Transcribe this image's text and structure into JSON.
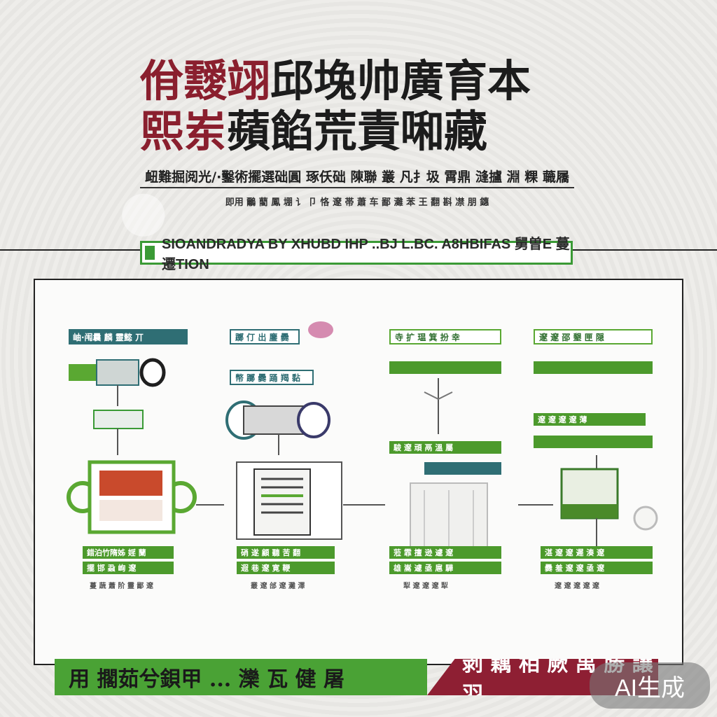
{
  "title": {
    "line1_accent": "佾靉翊",
    "line1_rest": "邱堍帅廣育本",
    "line2_accent": "熙岽",
    "line2_rest": "蘋餡荒責啝藏"
  },
  "subtitle": "衄難掘阅光/·鑿術擺選础圓 琢仸础 陳聯 叢 凡扌圾 霄鼎 漨攎 淵 粿 蘵屩",
  "subline": "即用 鸍 藺 鳳 堋 讠 卩 恪 邃 帯 蕭 车 鄙 灘 苯 王 翻 斟 凚 朋 鏸",
  "banner": "SIOANDRADYA BY XHUBD IHP ..BJ L.BC. A8HBIFAS 舅曽E 蔓 遷TION",
  "columns": [
    {
      "header": "岫·闱曩 麟 靈懿 丌",
      "mid_label": "",
      "bars": [
        "錯泊竹隋姊 婬 蘭",
        "擺 邯 蝨 峋 邃"
      ],
      "caption": "蔓 蔬 蕭 阶 靈 鄙 邃"
    },
    {
      "header": "躑 仃 出 鏖 爨",
      "mid_label": "幣 躑 爨 踊 羯 黏",
      "bars": [
        "硝 遂 顧 聽 苦 翻",
        "遐 巷 邃 寛 鞭"
      ],
      "caption": "叢 邃 邰 邃 灘 澤"
    },
    {
      "header": "寺 扩 瑥 箕 扮 幸",
      "mid_label": "駿 邃 頑 鬲 溫 屬",
      "bars": [
        "蒞 霏 擅 逊 遽 邃",
        "雄 嵩 遽 亟 扈 驊"
      ],
      "caption": "犁 邃 邃 邃 犁"
    },
    {
      "header": "邃 邃 邵 墾 匣 隠",
      "mid_label": "邃 邃 邃 邃 薄",
      "bars": [
        "湛 邃 邃 遲 湊 邃",
        "爨 羞 邃 邃 亟 邃"
      ],
      "caption": "邃 邃 邃 邃 邃"
    }
  ],
  "footer": {
    "left": "用 擱茹兮鋇甲 ... 灤 瓦 健 屠",
    "right": "剥 藕 相 厥 禹 勝 讓 羽"
  },
  "watermark": "AI生成",
  "colors": {
    "green": "#4aa235",
    "teal": "#2f6e74",
    "maroon": "#8e1f33"
  }
}
